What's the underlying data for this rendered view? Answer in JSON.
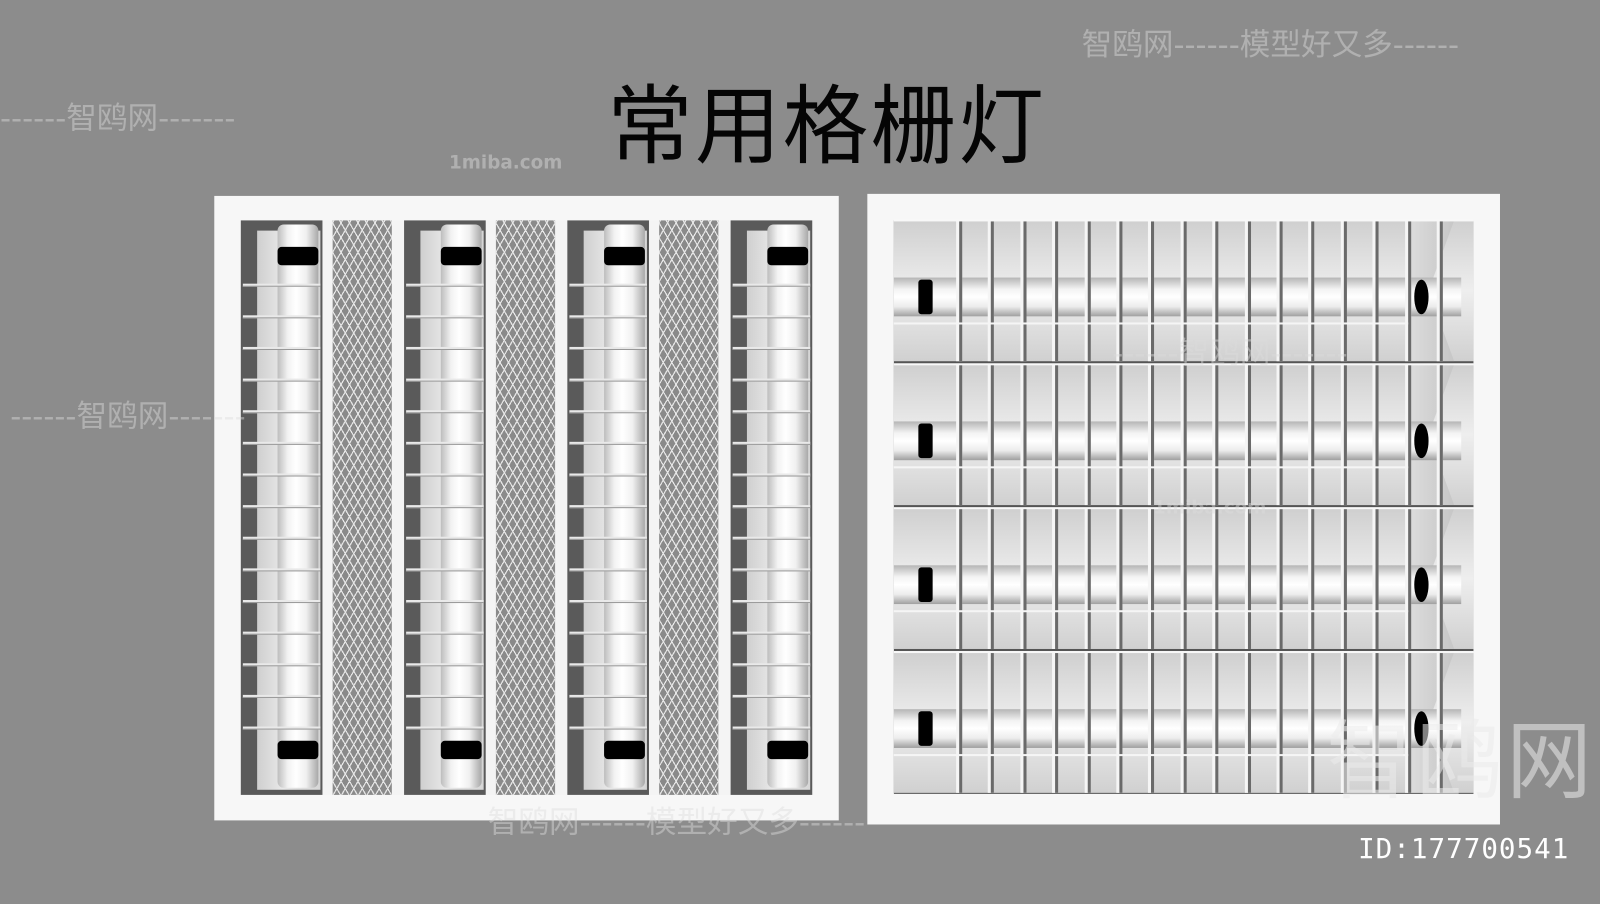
{
  "title": "常用格栅灯",
  "watermarks": {
    "brand_line_top": "智鸥网------模型好又多------",
    "brand_short": "------智鸥网-------",
    "site": "1miba.com",
    "brand_line_bottom": "智鸥网------模型好又多------",
    "big_logo": "智鸥网"
  },
  "id_label": "ID:177700541",
  "left_fixture": {
    "tubes": 4,
    "mesh_panels": 3,
    "orientation": "vertical"
  },
  "right_fixture": {
    "tubes": 4,
    "louver_slats": 16,
    "orientation": "horizontal"
  },
  "colors": {
    "background": "#8c8c8c",
    "frame": "#f7f7f7",
    "recess": "#555555",
    "tube_cap_band": "#000000"
  }
}
